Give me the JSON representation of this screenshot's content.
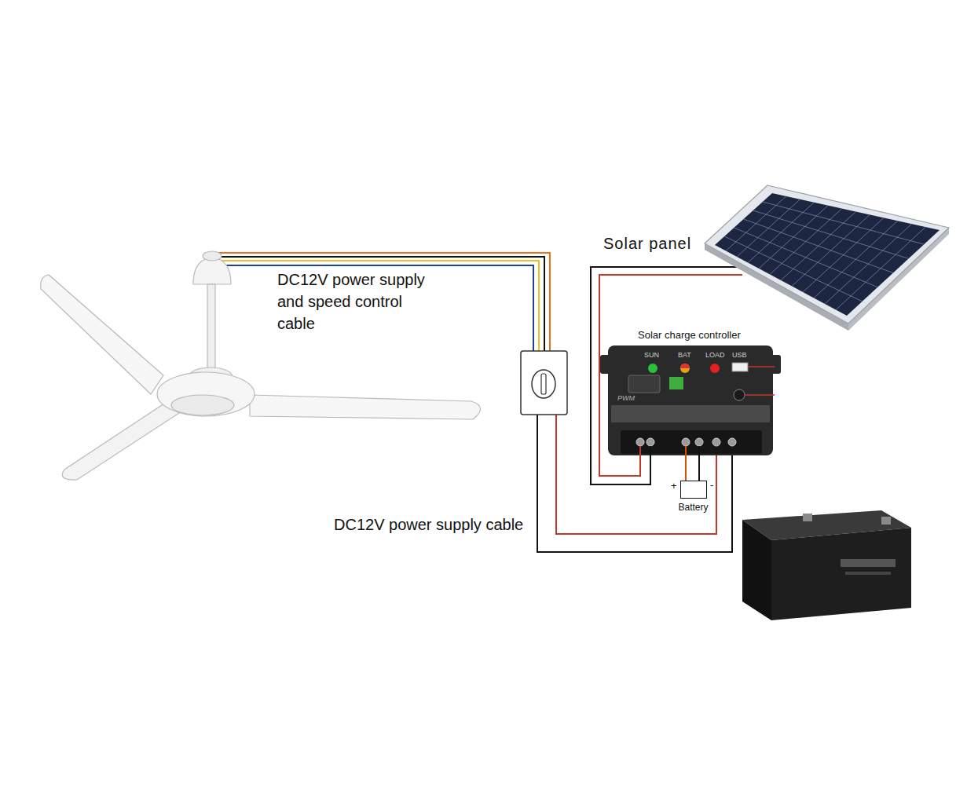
{
  "diagram": {
    "nodes": [
      {
        "text": [
          "Solar panel"
        ]
      },
      {
        "text": [
          "Solar charge controller"
        ]
      },
      {
        "text": [
          "Battery"
        ]
      }
    ],
    "edges": [
      {
        "from": 0,
        "to": 1,
        "arrow": "none"
      },
      {
        "from": 0,
        "to": 1,
        "arrow": "none"
      },
      {
        "from": 1,
        "to": 2,
        "arrow": "none"
      },
      {
        "from": 1,
        "to": 2,
        "arrow": "none"
      }
    ],
    "labels": [
      "DC12V power supply and speed control cable",
      "DC12V power supply cable",
      "SUN",
      "BAT",
      "LOAD",
      "USB",
      "PWM",
      "+",
      "-"
    ]
  }
}
